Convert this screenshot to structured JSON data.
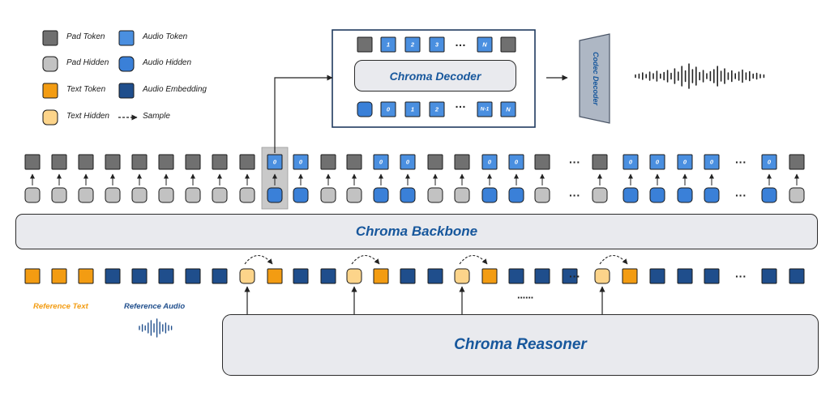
{
  "legend": {
    "pad_token": "Pad Token",
    "pad_hidden": "Pad Hidden",
    "text_token": "Text Token",
    "text_hidden": "Text Hidden",
    "audio_token": "Audio Token",
    "audio_hidden": "Audio Hidden",
    "audio_embedding": "Audio Embedding",
    "sample": "Sample"
  },
  "decoder": {
    "title": "Chroma Decoder",
    "top_row": [
      "",
      "1",
      "2",
      "3",
      "…",
      "N",
      ""
    ],
    "bottom_row": [
      "",
      "0",
      "1",
      "2",
      "…",
      "N-1",
      "N"
    ]
  },
  "codec_decoder": "Codec Decoder",
  "backbone": {
    "title": "Chroma Backbone",
    "token_row": [
      "",
      "",
      "",
      "",
      "",
      "",
      "",
      "",
      "",
      "0",
      "0",
      "",
      "",
      "0",
      "0",
      "",
      "",
      "0",
      "0",
      "",
      "···",
      "",
      "0",
      "0",
      "0",
      "0",
      "···",
      "0",
      ""
    ],
    "hidden_row": [
      "pad",
      "pad",
      "pad",
      "pad",
      "pad",
      "pad",
      "pad",
      "pad",
      "pad",
      "audio",
      "audio",
      "pad",
      "pad",
      "audio",
      "audio",
      "pad",
      "pad",
      "audio",
      "audio",
      "pad",
      "dots",
      "pad",
      "audio",
      "audio",
      "audio",
      "audio",
      "dots",
      "audio",
      "pad"
    ]
  },
  "input_row": [
    "text",
    "text",
    "text",
    "emb",
    "emb",
    "emb",
    "emb",
    "emb",
    "text_hidden",
    "text",
    "emb",
    "emb",
    "text_hidden",
    "text",
    "emb",
    "emb",
    "text_hidden",
    "text",
    "emb",
    "emb",
    "emb",
    "dots",
    "text_hidden",
    "text",
    "emb",
    "emb",
    "emb",
    "dots",
    "emb",
    "emb"
  ],
  "reference_text": "Reference Text",
  "reference_audio": "Reference Audio",
  "reasoner_dots": "······",
  "reasoner": {
    "title": "Chroma Reasoner"
  },
  "colors": {
    "pad_token": "#707070",
    "pad_hidden": "#c2c2c2",
    "text_token": "#f39c12",
    "text_hidden": "#fcd48a",
    "audio_token": "#4a8fe0",
    "audio_hidden": "#3a80d8",
    "audio_embedding": "#1f4e8c",
    "title_blue": "#17579c",
    "reference_text_color": "#f39c12",
    "reference_audio_color": "#1f4e8c"
  }
}
